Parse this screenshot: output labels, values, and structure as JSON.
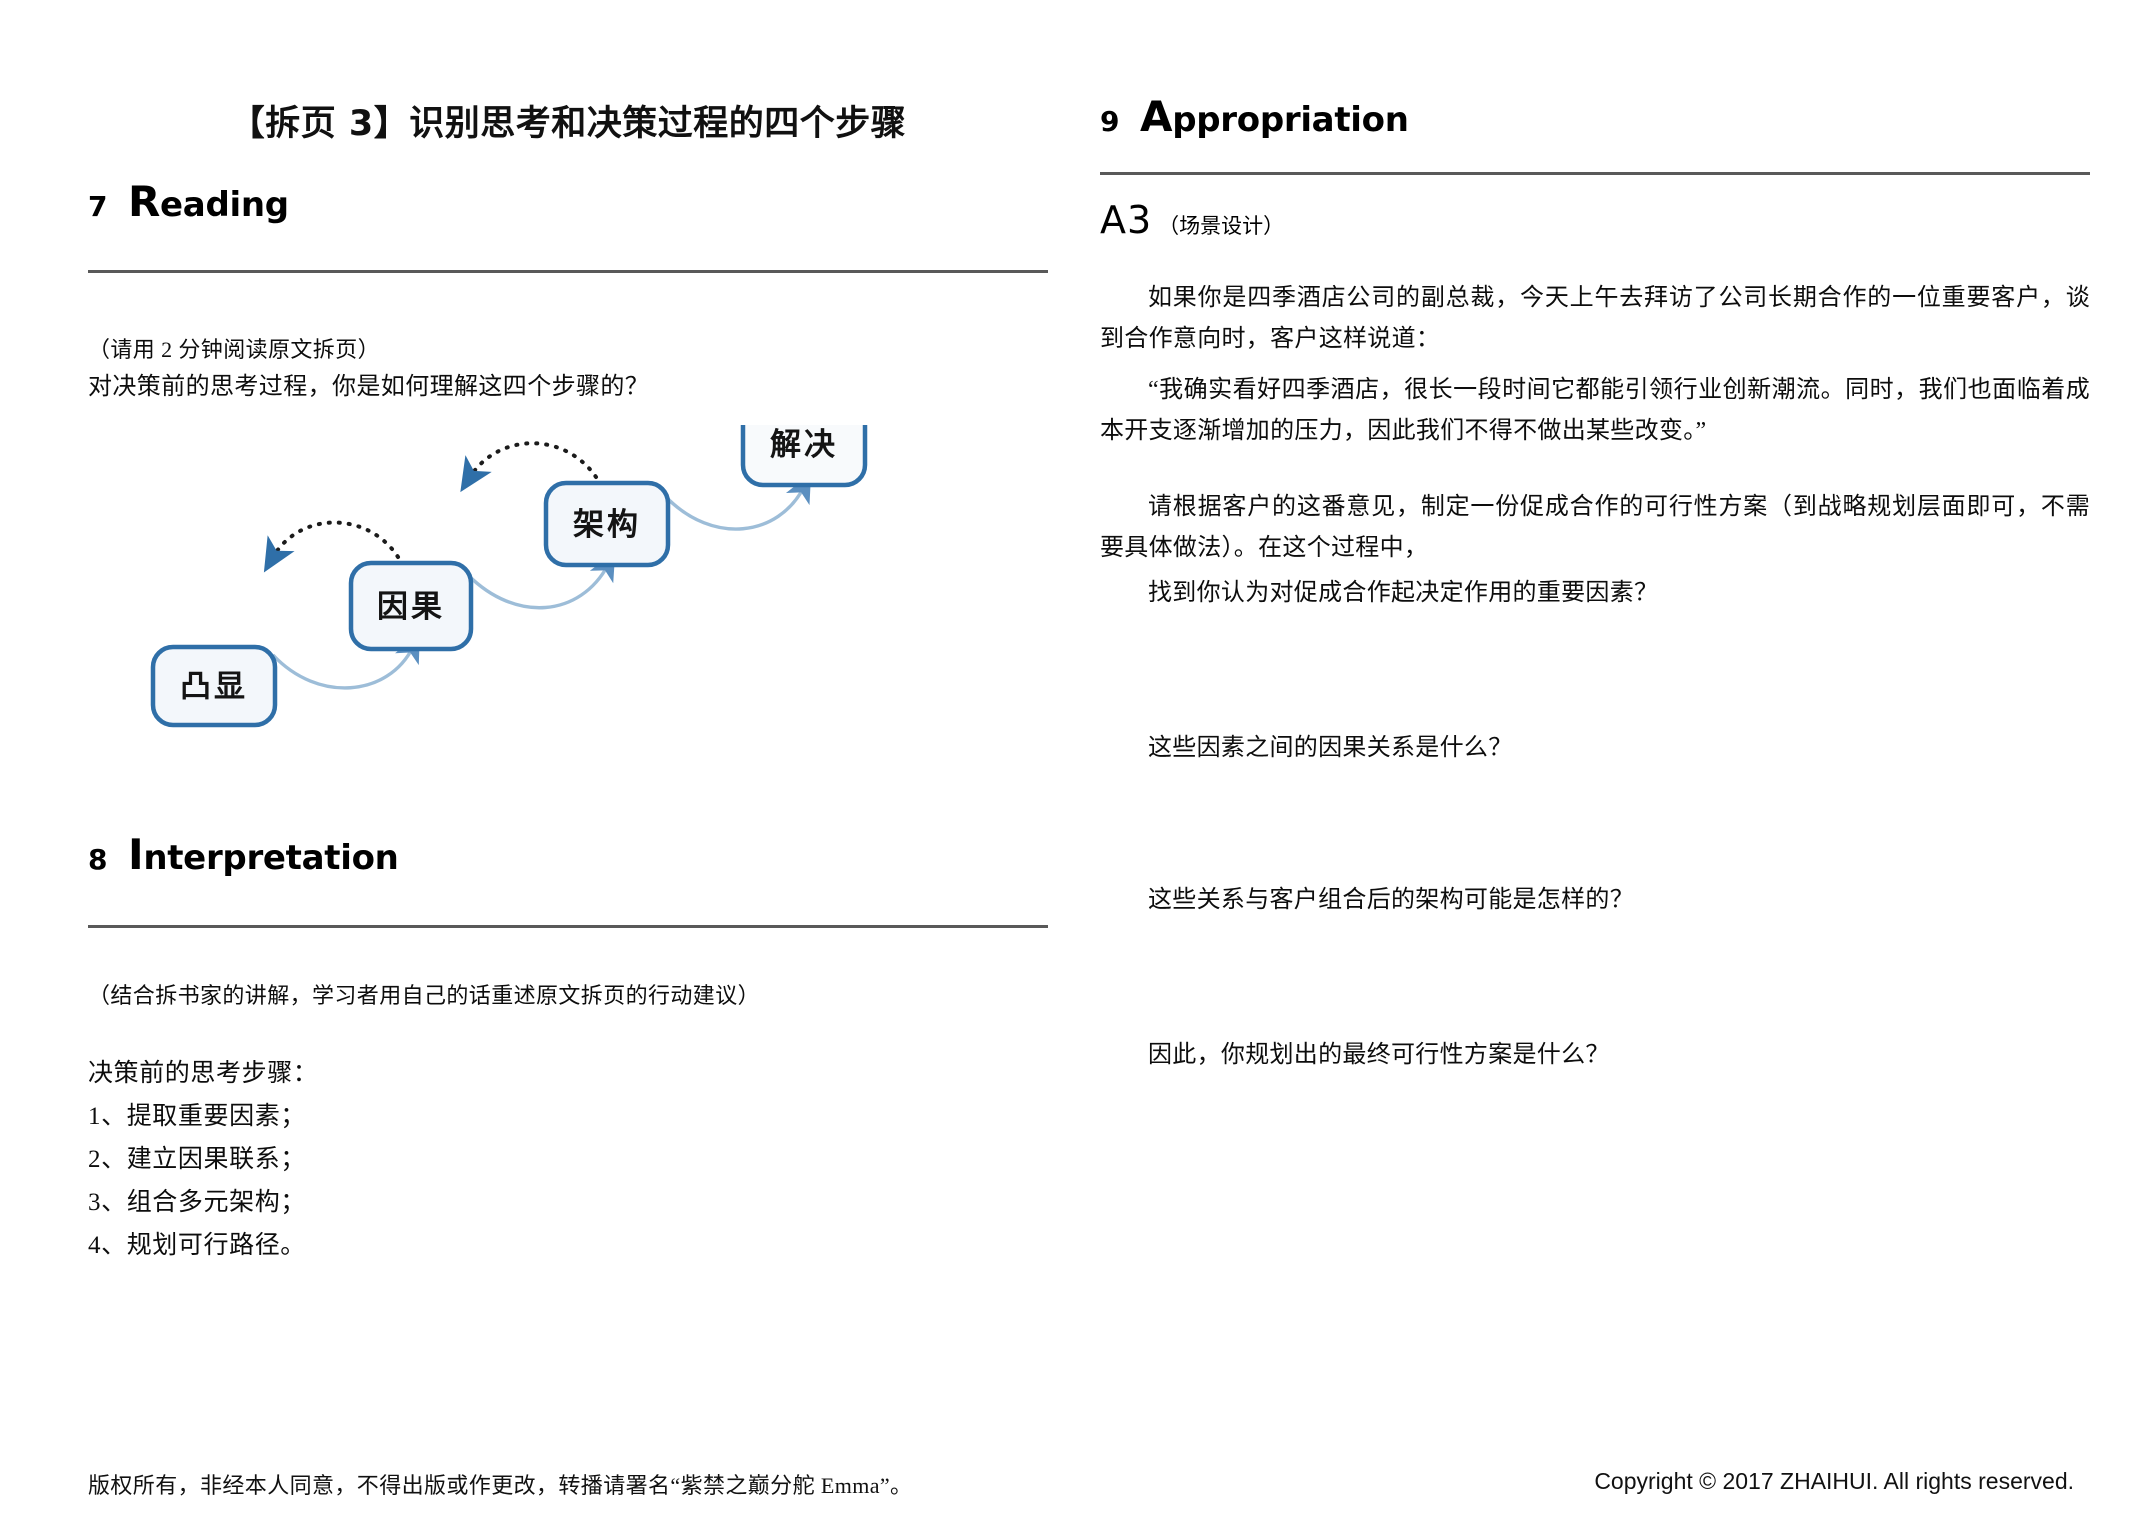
{
  "document": {
    "title": "【拆页 3】识别思考和决策过程的四个步骤"
  },
  "left_column": {
    "reading": {
      "number": "7",
      "title_cap": "R",
      "title_rest": "eading",
      "hint": "（请用 2 分钟阅读原文拆页）",
      "question": "对决策前的思考过程，你是如何理解这四个步骤的？"
    },
    "diagram": {
      "nodes": [
        {
          "label": "凸显"
        },
        {
          "label": "因果"
        },
        {
          "label": "架构"
        },
        {
          "label": "解决"
        }
      ],
      "forward_arrow_color": "#8fb4d4",
      "back_arrow_color": "#1a1a1a",
      "node_border_color": "#2f6fa8",
      "node_fill_color": "#f2f6fa"
    },
    "interpretation": {
      "number": "8",
      "title_cap": "I",
      "title_rest": "nterpretation",
      "hint": "（结合拆书家的讲解，学习者用自己的话重述原文拆页的行动建议）",
      "lead": "决策前的思考步骤：",
      "steps": [
        "1、提取重要因素；",
        "2、建立因果联系；",
        "3、组合多元架构；",
        "4、规划可行路径。"
      ]
    }
  },
  "right_column": {
    "appropriation": {
      "number": "9",
      "title_cap": "A",
      "title_rest": "ppropriation"
    },
    "a3": {
      "label": "A3",
      "sub": "（场景设计）",
      "scenario_1": "如果你是四季酒店公司的副总裁，今天上午去拜访了公司长期合作的一位重要客户，谈到合作意向时，客户这样说道：",
      "scenario_2": "“我确实看好四季酒店，很长一段时间它都能引领行业创新潮流。同时，我们也面临着成本开支逐渐增加的压力，因此我们不得不做出某些改变。”",
      "instruction": "请根据客户的这番意见，制定一份促成合作的可行性方案（到战略规划层面即可，不需要具体做法）。在这个过程中，",
      "questions": [
        "找到你认为对促成合作起决定作用的重要因素？",
        "这些因素之间的因果关系是什么？",
        "这些关系与客户组合后的架构可能是怎样的？",
        "因此，你规划出的最终可行性方案是什么？"
      ]
    }
  },
  "footer": {
    "left": "版权所有，非经本人同意，不得出版或作更改，转播请署名“紫禁之巅分舵 Emma”。",
    "right": "Copyright © 2017 ZHAIHUI. All rights reserved."
  }
}
